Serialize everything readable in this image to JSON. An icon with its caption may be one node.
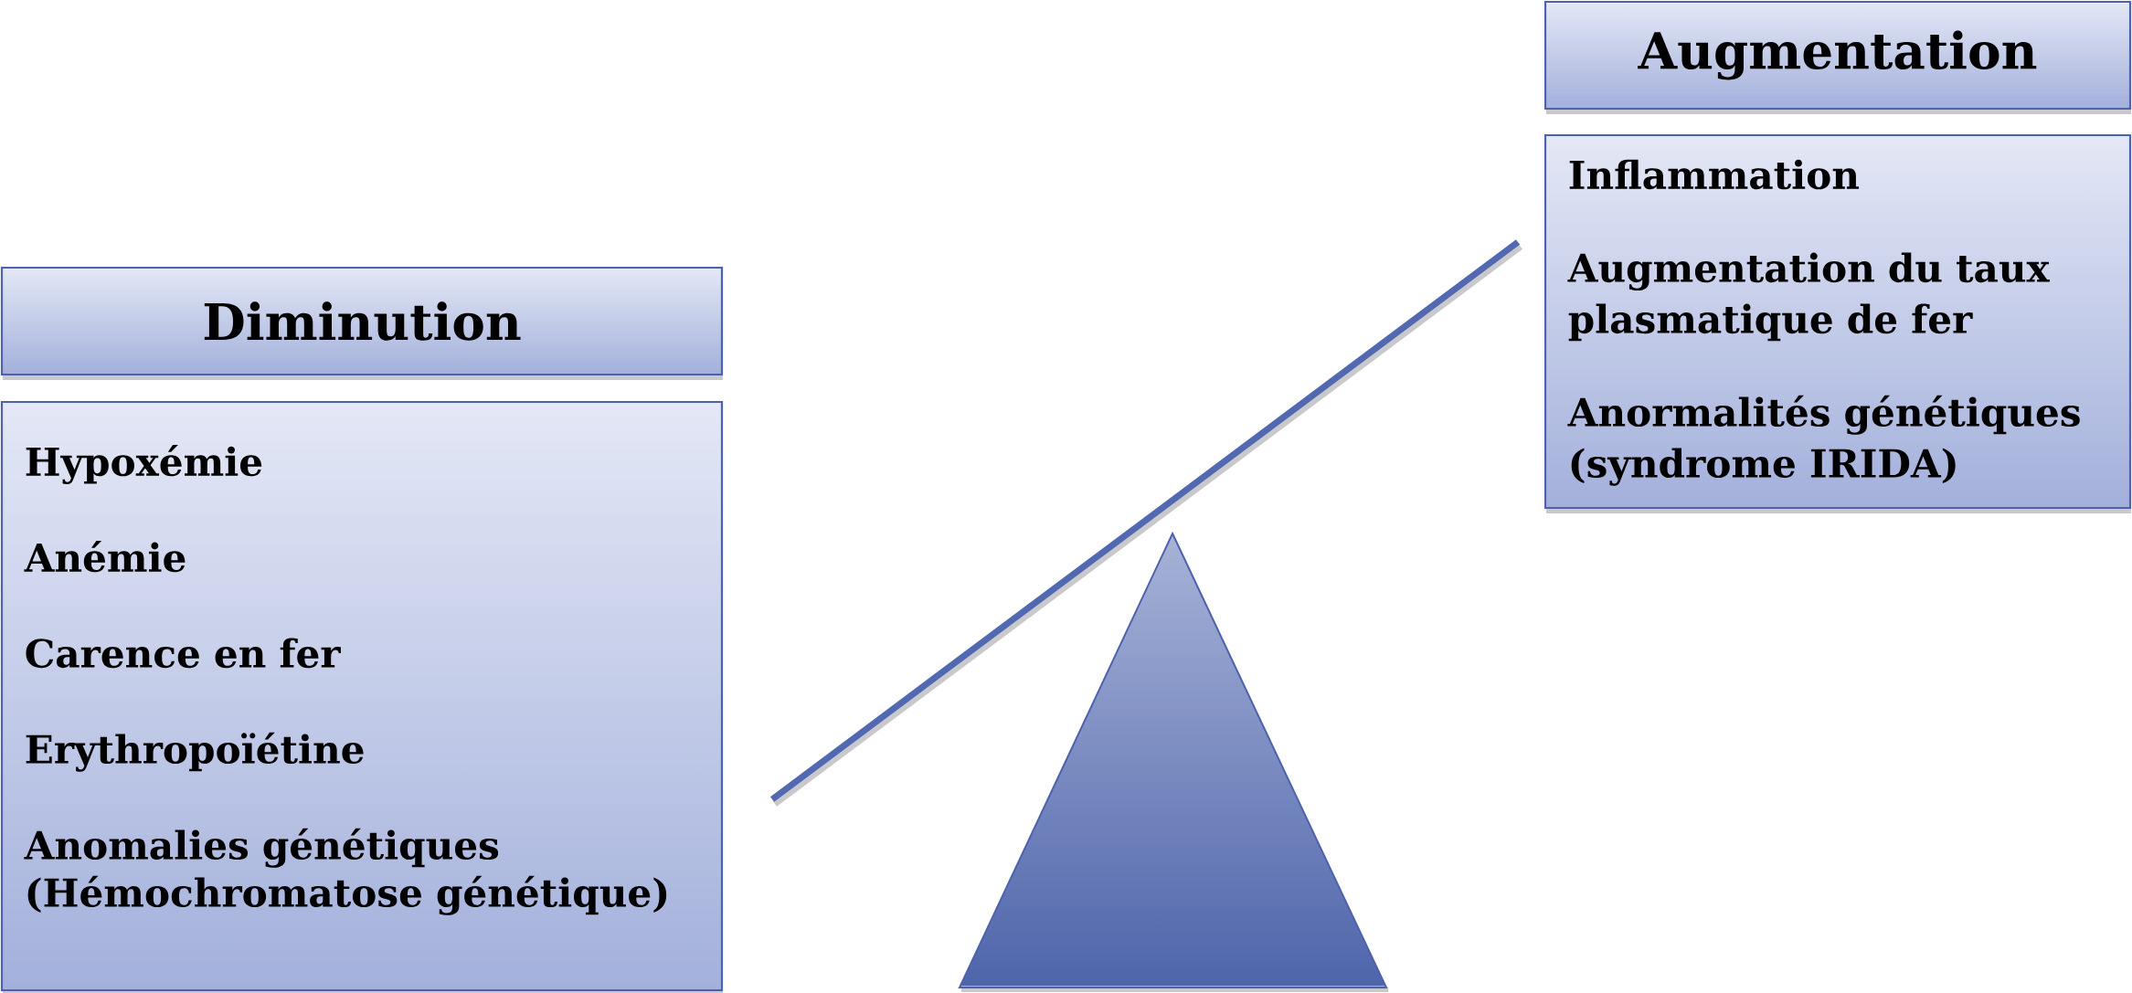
{
  "diagram": {
    "nodes": [
      {
        "text": [
          "Diminution"
        ]
      },
      {
        "text": [
          "Hypoxémie",
          "Anémie",
          "Carence en fer",
          "Erythropoïétine",
          "Anomalies génétiques (Hémochromatose génétique)"
        ]
      },
      {
        "text": [
          "Augmentation"
        ]
      },
      {
        "text": [
          "Inflammation",
          "Augmentation du taux plasmatique de fer",
          "Anormalités génétiques (syndrome IRIDA)"
        ]
      }
    ]
  }
}
